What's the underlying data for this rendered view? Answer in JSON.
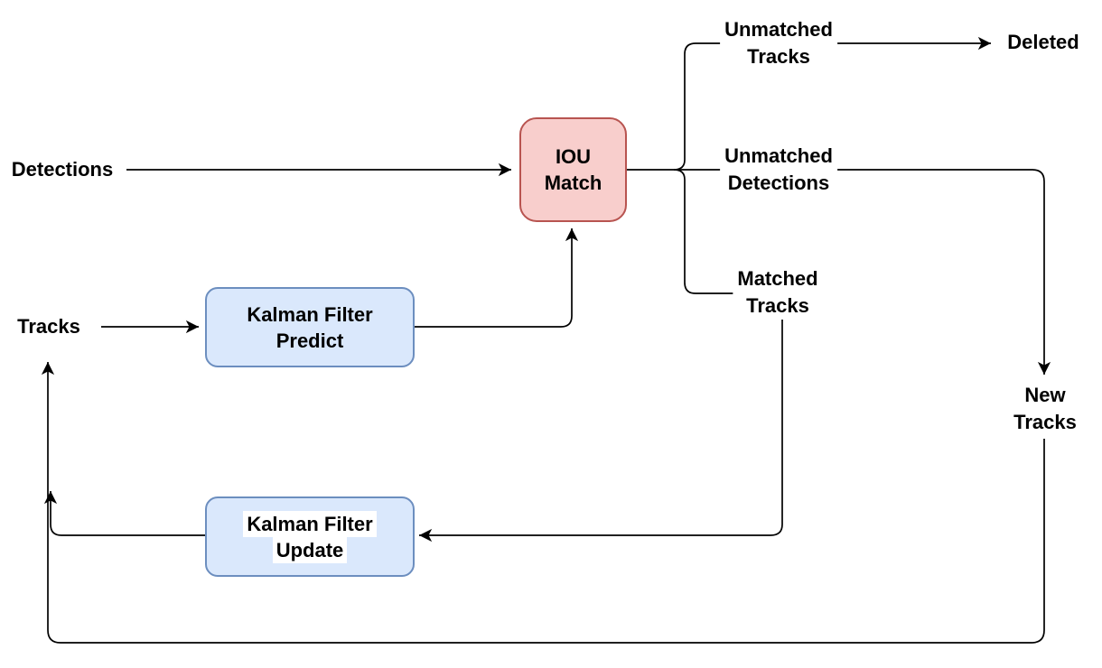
{
  "diagram": {
    "background_color": "#ffffff",
    "line_color": "#000000",
    "nodes": {
      "iou_match": {
        "line1": "IOU",
        "line2": "Match",
        "fill": "#f8cecc",
        "stroke": "#b85450"
      },
      "kalman_predict": {
        "line1": "Kalman Filter",
        "line2": "Predict",
        "fill": "#dae8fc",
        "stroke": "#6c8ebf"
      },
      "kalman_update": {
        "line1": "Kalman Filter",
        "line2": "Update",
        "fill": "#dae8fc",
        "stroke": "#6c8ebf"
      }
    },
    "terminals": {
      "detections": {
        "label": "Detections"
      },
      "tracks": {
        "label": "Tracks"
      },
      "deleted": {
        "label": "Deleted"
      },
      "new_tracks": {
        "line1": "New",
        "line2": "Tracks"
      }
    },
    "edge_labels": {
      "unmatched_tracks": {
        "line1": "Unmatched",
        "line2": "Tracks"
      },
      "unmatched_detections": {
        "line1": "Unmatched",
        "line2": "Detections"
      },
      "matched_tracks": {
        "line1": "Matched",
        "line2": "Tracks"
      }
    }
  }
}
